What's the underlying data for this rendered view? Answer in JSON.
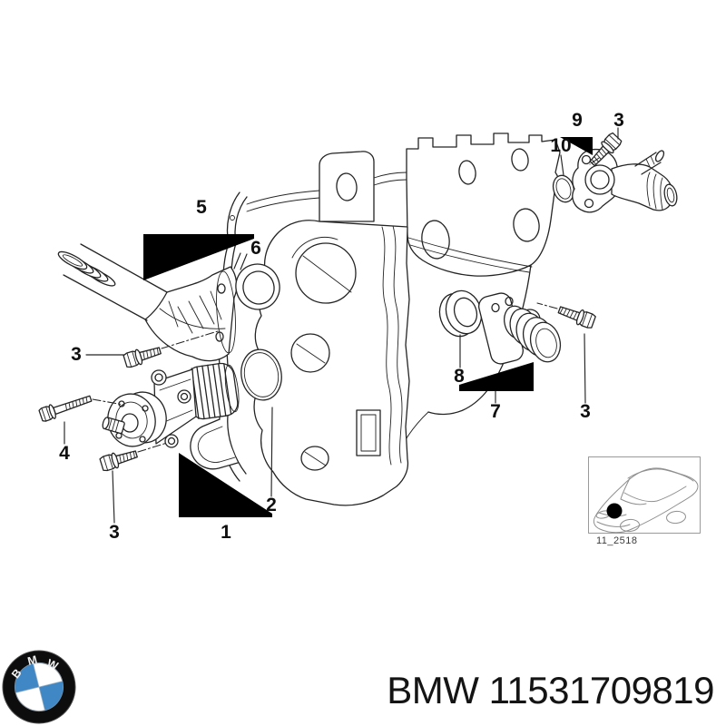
{
  "page": {
    "background": "#ffffff",
    "line_color": "#242424"
  },
  "callouts": {
    "c1": "1",
    "c2": "2",
    "c3_elbow": "3",
    "c3_pump": "3",
    "c3_connector": "3",
    "c3_thermostat": "3",
    "c4": "4",
    "c5": "5",
    "c6": "6",
    "c7": "7",
    "c8": "8",
    "c9": "9",
    "c10": "10"
  },
  "thumbnail": {
    "code": "11_2518"
  },
  "footer": {
    "brand": "BMW",
    "part_number": "11531709819"
  },
  "logo": {
    "letters": [
      "B",
      "M",
      "W"
    ],
    "blue": "#3f87c5",
    "ring": "#0d0d0d"
  }
}
